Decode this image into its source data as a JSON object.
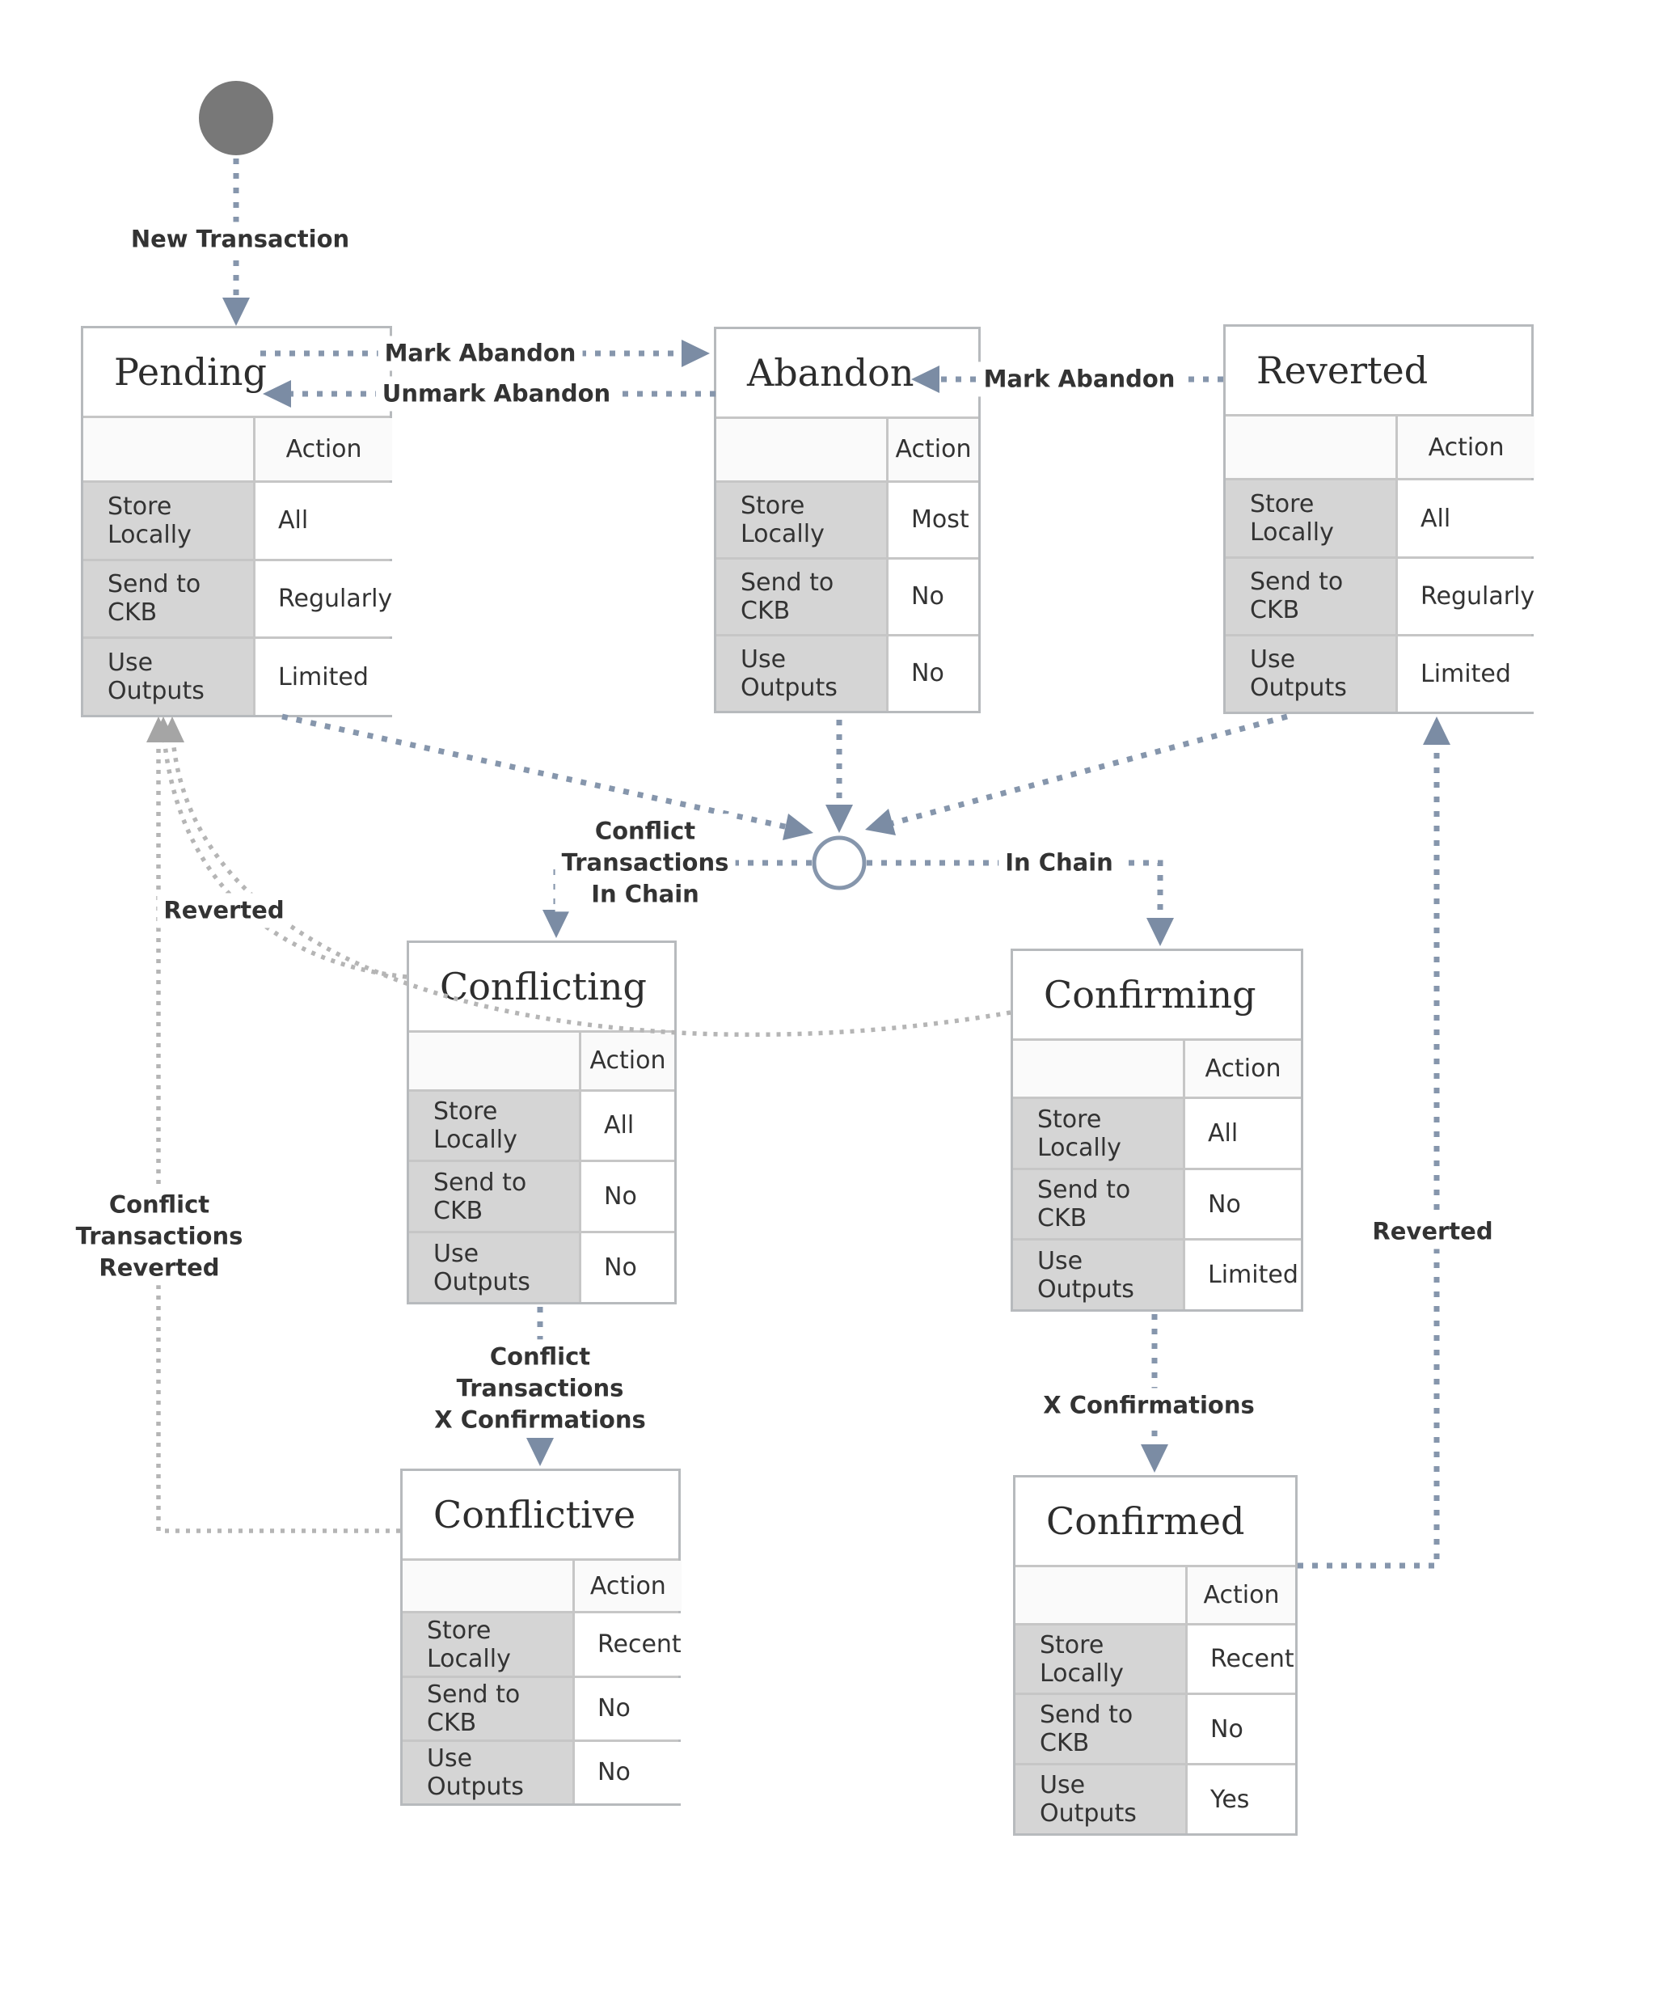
{
  "colors": {
    "arrow": "#8696ac",
    "arrow_light": "#b5b5b5",
    "node_border": "#b7babd",
    "cell_border": "#c6c6c6",
    "key_cell_bg": "#d5d5d5",
    "header_cell_bg": "#fafafa",
    "start_circle_fill": "#787878",
    "text": "#333333"
  },
  "action_header": "Action",
  "nodes": [
    {
      "id": "pending",
      "title": "Pending",
      "rows": [
        [
          "Store Locally",
          "All"
        ],
        [
          "Send to CKB",
          "Regularly"
        ],
        [
          "Use Outputs",
          "Limited"
        ]
      ]
    },
    {
      "id": "abandon",
      "title": "Abandon",
      "rows": [
        [
          "Store Locally",
          "Most"
        ],
        [
          "Send to CKB",
          "No"
        ],
        [
          "Use Outputs",
          "No"
        ]
      ]
    },
    {
      "id": "reverted",
      "title": "Reverted",
      "rows": [
        [
          "Store Locally",
          "All"
        ],
        [
          "Send to CKB",
          "Regularly"
        ],
        [
          "Use Outputs",
          "Limited"
        ]
      ]
    },
    {
      "id": "conflicting",
      "title": "Conflicting",
      "rows": [
        [
          "Store Locally",
          "All"
        ],
        [
          "Send to CKB",
          "No"
        ],
        [
          "Use Outputs",
          "No"
        ]
      ]
    },
    {
      "id": "confirming",
      "title": "Confirming",
      "rows": [
        [
          "Store Locally",
          "All"
        ],
        [
          "Send to CKB",
          "No"
        ],
        [
          "Use Outputs",
          "Limited"
        ]
      ]
    },
    {
      "id": "conflictive",
      "title": "Conflictive",
      "rows": [
        [
          "Store Locally",
          "Recent"
        ],
        [
          "Send to CKB",
          "No"
        ],
        [
          "Use Outputs",
          "No"
        ]
      ]
    },
    {
      "id": "confirmed",
      "title": "Confirmed",
      "rows": [
        [
          "Store Locally",
          "Recent"
        ],
        [
          "Send to CKB",
          "No"
        ],
        [
          "Use Outputs",
          "Yes"
        ]
      ]
    }
  ],
  "edge_labels": {
    "new_transaction": "New Transaction",
    "mark_abandon": "Mark Abandon",
    "unmark_abandon": "Unmark Abandon",
    "mark_abandon_right": "Mark Abandon",
    "conflict_tx_in_chain": "Conflict\nTransactions\nIn Chain",
    "in_chain": "In Chain",
    "reverted_left": "Reverted",
    "conflict_tx_reverted": "Conflict\nTransactions\nReverted",
    "conflict_tx_x_confirmations": "Conflict\nTransactions\nX Confirmations",
    "x_confirmations": "X Confirmations",
    "reverted_right": "Reverted"
  }
}
